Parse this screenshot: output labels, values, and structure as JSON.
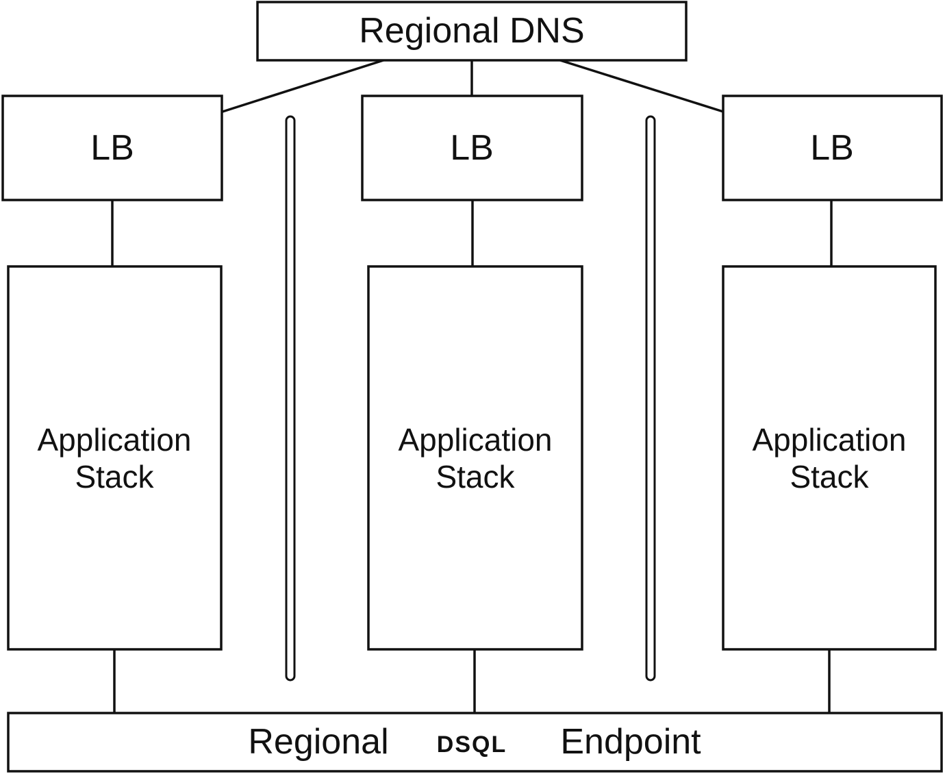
{
  "dns": {
    "label": "Regional DNS"
  },
  "stacks": [
    {
      "lb_label": "LB",
      "app_line1": "Application",
      "app_line2": "Stack"
    },
    {
      "lb_label": "LB",
      "app_line1": "Application",
      "app_line2": "Stack"
    },
    {
      "lb_label": "LB",
      "app_line1": "Application",
      "app_line2": "Stack"
    }
  ],
  "endpoint": {
    "word1": "Regional",
    "word2": "DSQL",
    "word3": "Endpoint"
  },
  "colors": {
    "stroke": "#111111",
    "fill": "#ffffff"
  }
}
